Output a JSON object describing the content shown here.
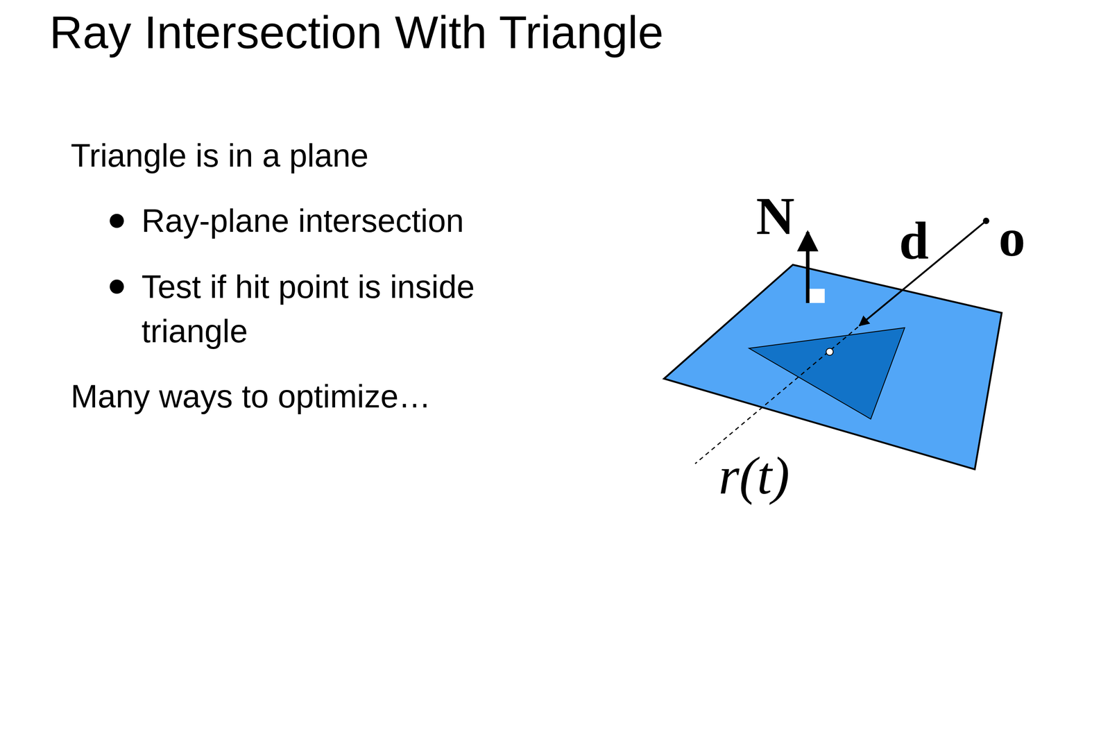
{
  "diagram": {
    "title": "Ray Intersection With Triangle",
    "labels": [
      "Triangle is in a plane",
      "Ray-plane intersection",
      "Test if hit point is inside triangle",
      "Many ways to optimize…",
      "N",
      "d",
      "o",
      "r(t)"
    ]
  }
}
